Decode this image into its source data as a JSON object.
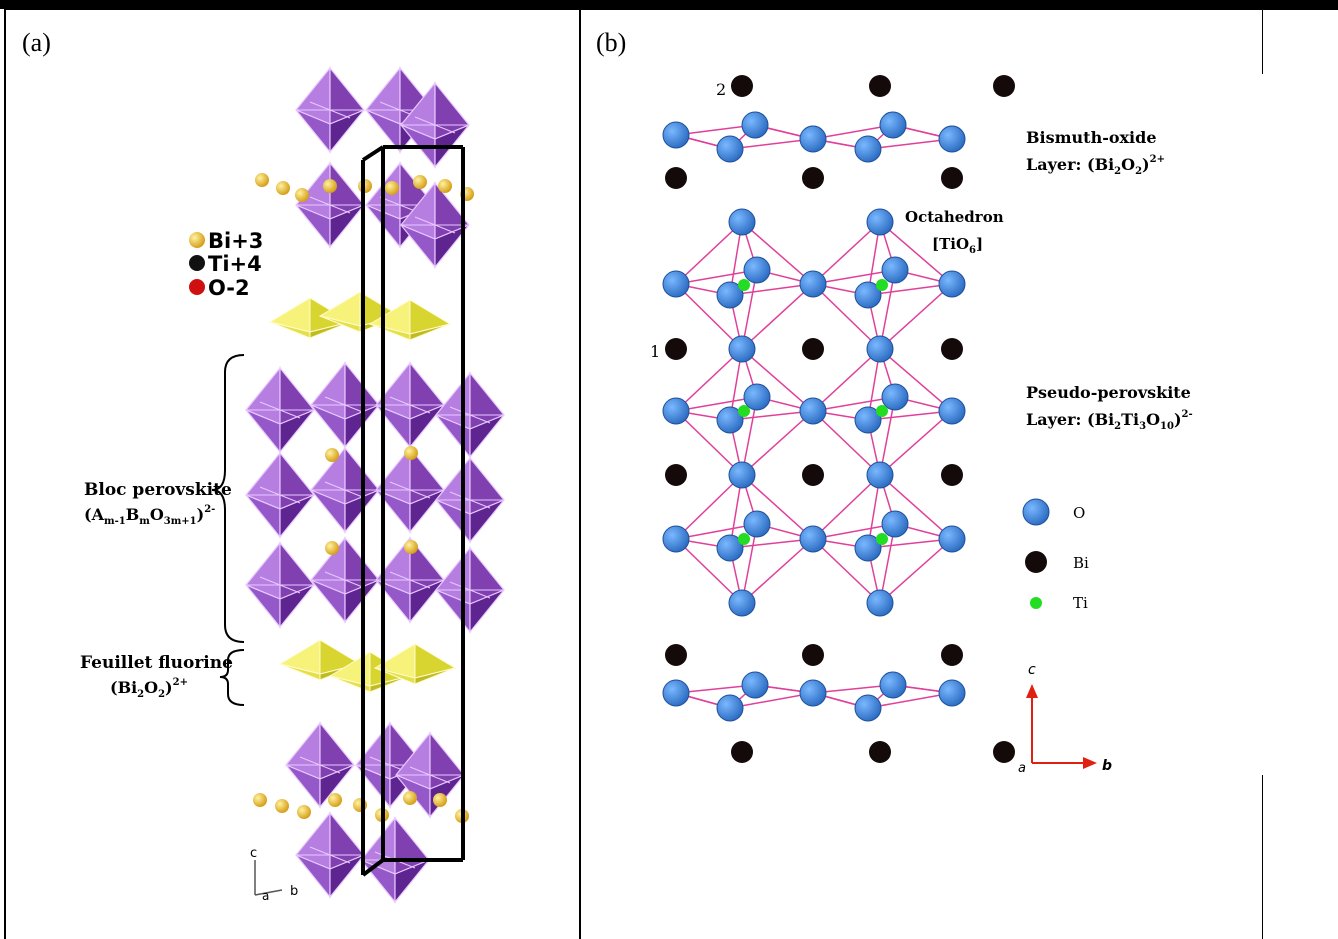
{
  "panel_a": {
    "label": "(a)",
    "legend": [
      {
        "text": "Bi+3",
        "color": "#f2c230"
      },
      {
        "text": "Ti+4",
        "color": "#111111"
      },
      {
        "text": "O-2",
        "color": "#d01010"
      }
    ],
    "bloc_label_line1": "Bloc perovskite",
    "bloc_label_line2": "(A",
    "bloc_sub1": "m-1",
    "bloc_mid1": "B",
    "bloc_sub2": "m",
    "bloc_mid2": "O",
    "bloc_sub3": "3m+1",
    "bloc_end": ")",
    "bloc_sup": "2-",
    "feuillet_line1": "Feuillet fluorine",
    "feuillet_line2": "(Bi",
    "feuillet_sub1": "2",
    "feuillet_mid": "O",
    "feuillet_sub2": "2",
    "feuillet_end": ")",
    "feuillet_sup": "2+",
    "axis_c": "c",
    "axis_a": "a",
    "axis_b": "b",
    "colors": {
      "octahedron": "#9b4fc4",
      "fluorite": "#e8e64a",
      "frame": "#000000"
    }
  },
  "panel_b": {
    "label": "(b)",
    "row_label_2": "2",
    "row_label_1": "1",
    "bismuth_line1": "Bismuth-oxide",
    "bismuth_line2": "Layer: (Bi",
    "bismuth_sub1": "2",
    "bismuth_mid": "O",
    "bismuth_sub2": "2",
    "bismuth_end": ")",
    "bismuth_sup": "2+",
    "octa_line1": "Octahedron",
    "octa_line2": "[TiO",
    "octa_sub": "6",
    "octa_end": "]",
    "pseudo_line1": "Pseudo-perovskite",
    "pseudo_line2": "Layer: (Bi",
    "pseudo_sub1": "2",
    "pseudo_mid": "Ti",
    "pseudo_sub2": "3",
    "pseudo_mid2": "O",
    "pseudo_sub3": "10",
    "pseudo_end": ")",
    "pseudo_sup": "2-",
    "legend": [
      {
        "text": "O",
        "color": "#3a7fd0"
      },
      {
        "text": "Bi",
        "color": "#140a0a"
      },
      {
        "text": "Ti",
        "color": "#22dd22"
      }
    ],
    "axis_c": "c",
    "axis_a": "a",
    "axis_b": "b",
    "colors": {
      "bond": "#e0409a",
      "axis": "#e02010"
    }
  }
}
